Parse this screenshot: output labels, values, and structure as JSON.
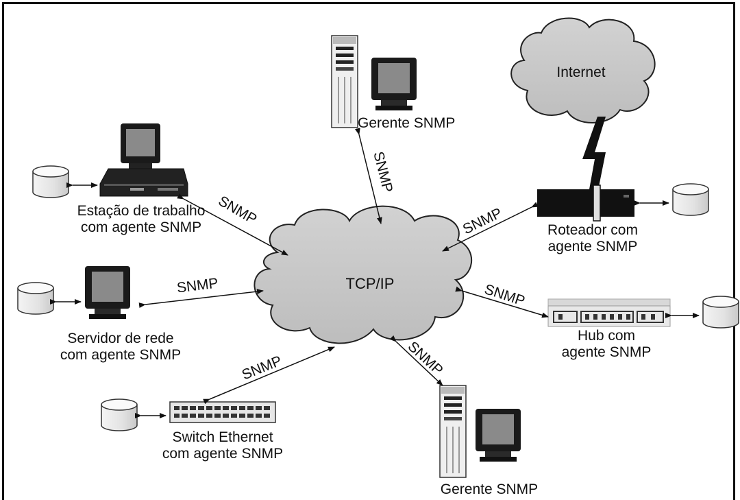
{
  "cloud_internet": "Internet",
  "cloud_tcpip": "TCP/IP",
  "protocol_label": "SNMP",
  "nodes": {
    "manager_top": [
      "Gerente SNMP"
    ],
    "workstation": [
      "Estação de trabalho",
      "com agente SNMP"
    ],
    "server": [
      "Servidor de rede",
      "com agente SNMP"
    ],
    "switch": [
      "Switch Ethernet",
      "com agente SNMP"
    ],
    "manager_bottom": [
      "Gerente SNMP"
    ],
    "router": [
      "Roteador com",
      "agente SNMP"
    ],
    "hub": [
      "Hub com",
      "agente SNMP"
    ]
  }
}
